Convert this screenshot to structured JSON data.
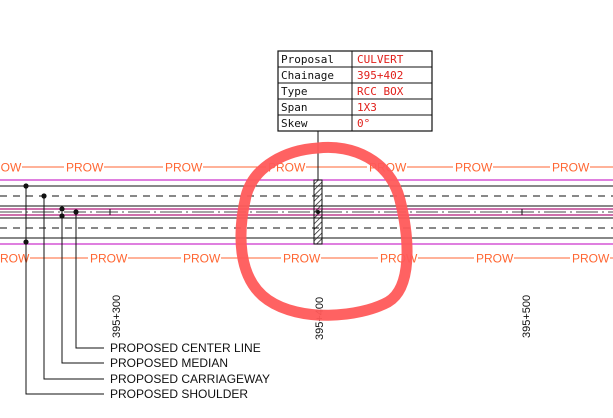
{
  "colors": {
    "prow": "#ff6633",
    "boundary": "#cc33cc",
    "median": "#b0197a",
    "annotation": "#ff5a5a",
    "line": "#111111",
    "red_text": "#e0201b"
  },
  "info_table": {
    "rows": [
      {
        "label": "Proposal",
        "value": "CULVERT"
      },
      {
        "label": "Chainage",
        "value": "395+402"
      },
      {
        "label": "Type",
        "value": "RCC BOX"
      },
      {
        "label": "Span",
        "value": "1X3"
      },
      {
        "label": "Skew",
        "value": "0°"
      }
    ]
  },
  "prow_label": "PROW",
  "chainages": [
    "395+300",
    "395+400",
    "395+500"
  ],
  "legend": [
    "PROPOSED CENTER LINE",
    "PROPOSED MEDIAN",
    "PROPOSED CARRIAGEWAY",
    "PROPOSED SHOULDER"
  ]
}
